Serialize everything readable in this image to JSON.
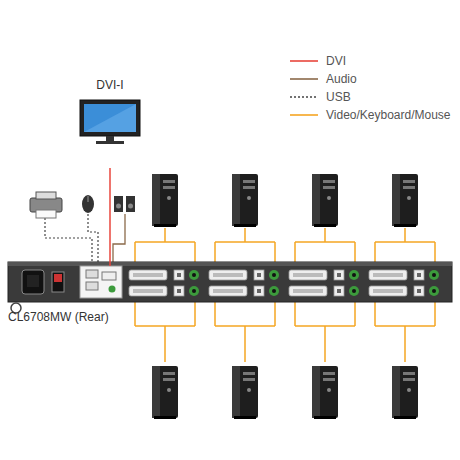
{
  "diagram": {
    "nodes": [
      {
        "text": [
          "DVI-I"
        ]
      },
      {
        "text": [
          "CL6708MW (Rear)"
        ]
      }
    ],
    "edges": [
      {
        "from": 0,
        "to": 1,
        "arrow": "none"
      }
    ],
    "legend": [
      {
        "text": "DVI"
      },
      {
        "text": "Audio"
      },
      {
        "text": "USB"
      },
      {
        "text": "Video/Keyboard/Mouse"
      }
    ]
  }
}
